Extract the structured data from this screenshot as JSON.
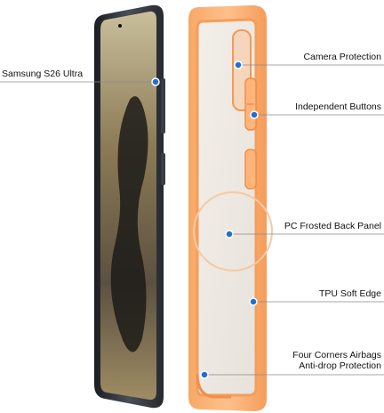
{
  "callouts": {
    "phone_model": "Samsung S26 Ultra",
    "camera_protection": "Camera Protection",
    "independent_buttons": "Independent Buttons",
    "back_panel": "PC Frosted Back Panel",
    "soft_edge": "TPU Soft Edge",
    "corner_airbags_line1": "Four Corners Airbags",
    "corner_airbags_line2": "Anti-drop Protection"
  },
  "colors": {
    "case_orange": "#ffb173",
    "case_orange_dark": "#f49a58",
    "phone_frame": "#2f3238",
    "dot_blue": "#1f6fd6",
    "leader_line": "#8a8a8a"
  }
}
